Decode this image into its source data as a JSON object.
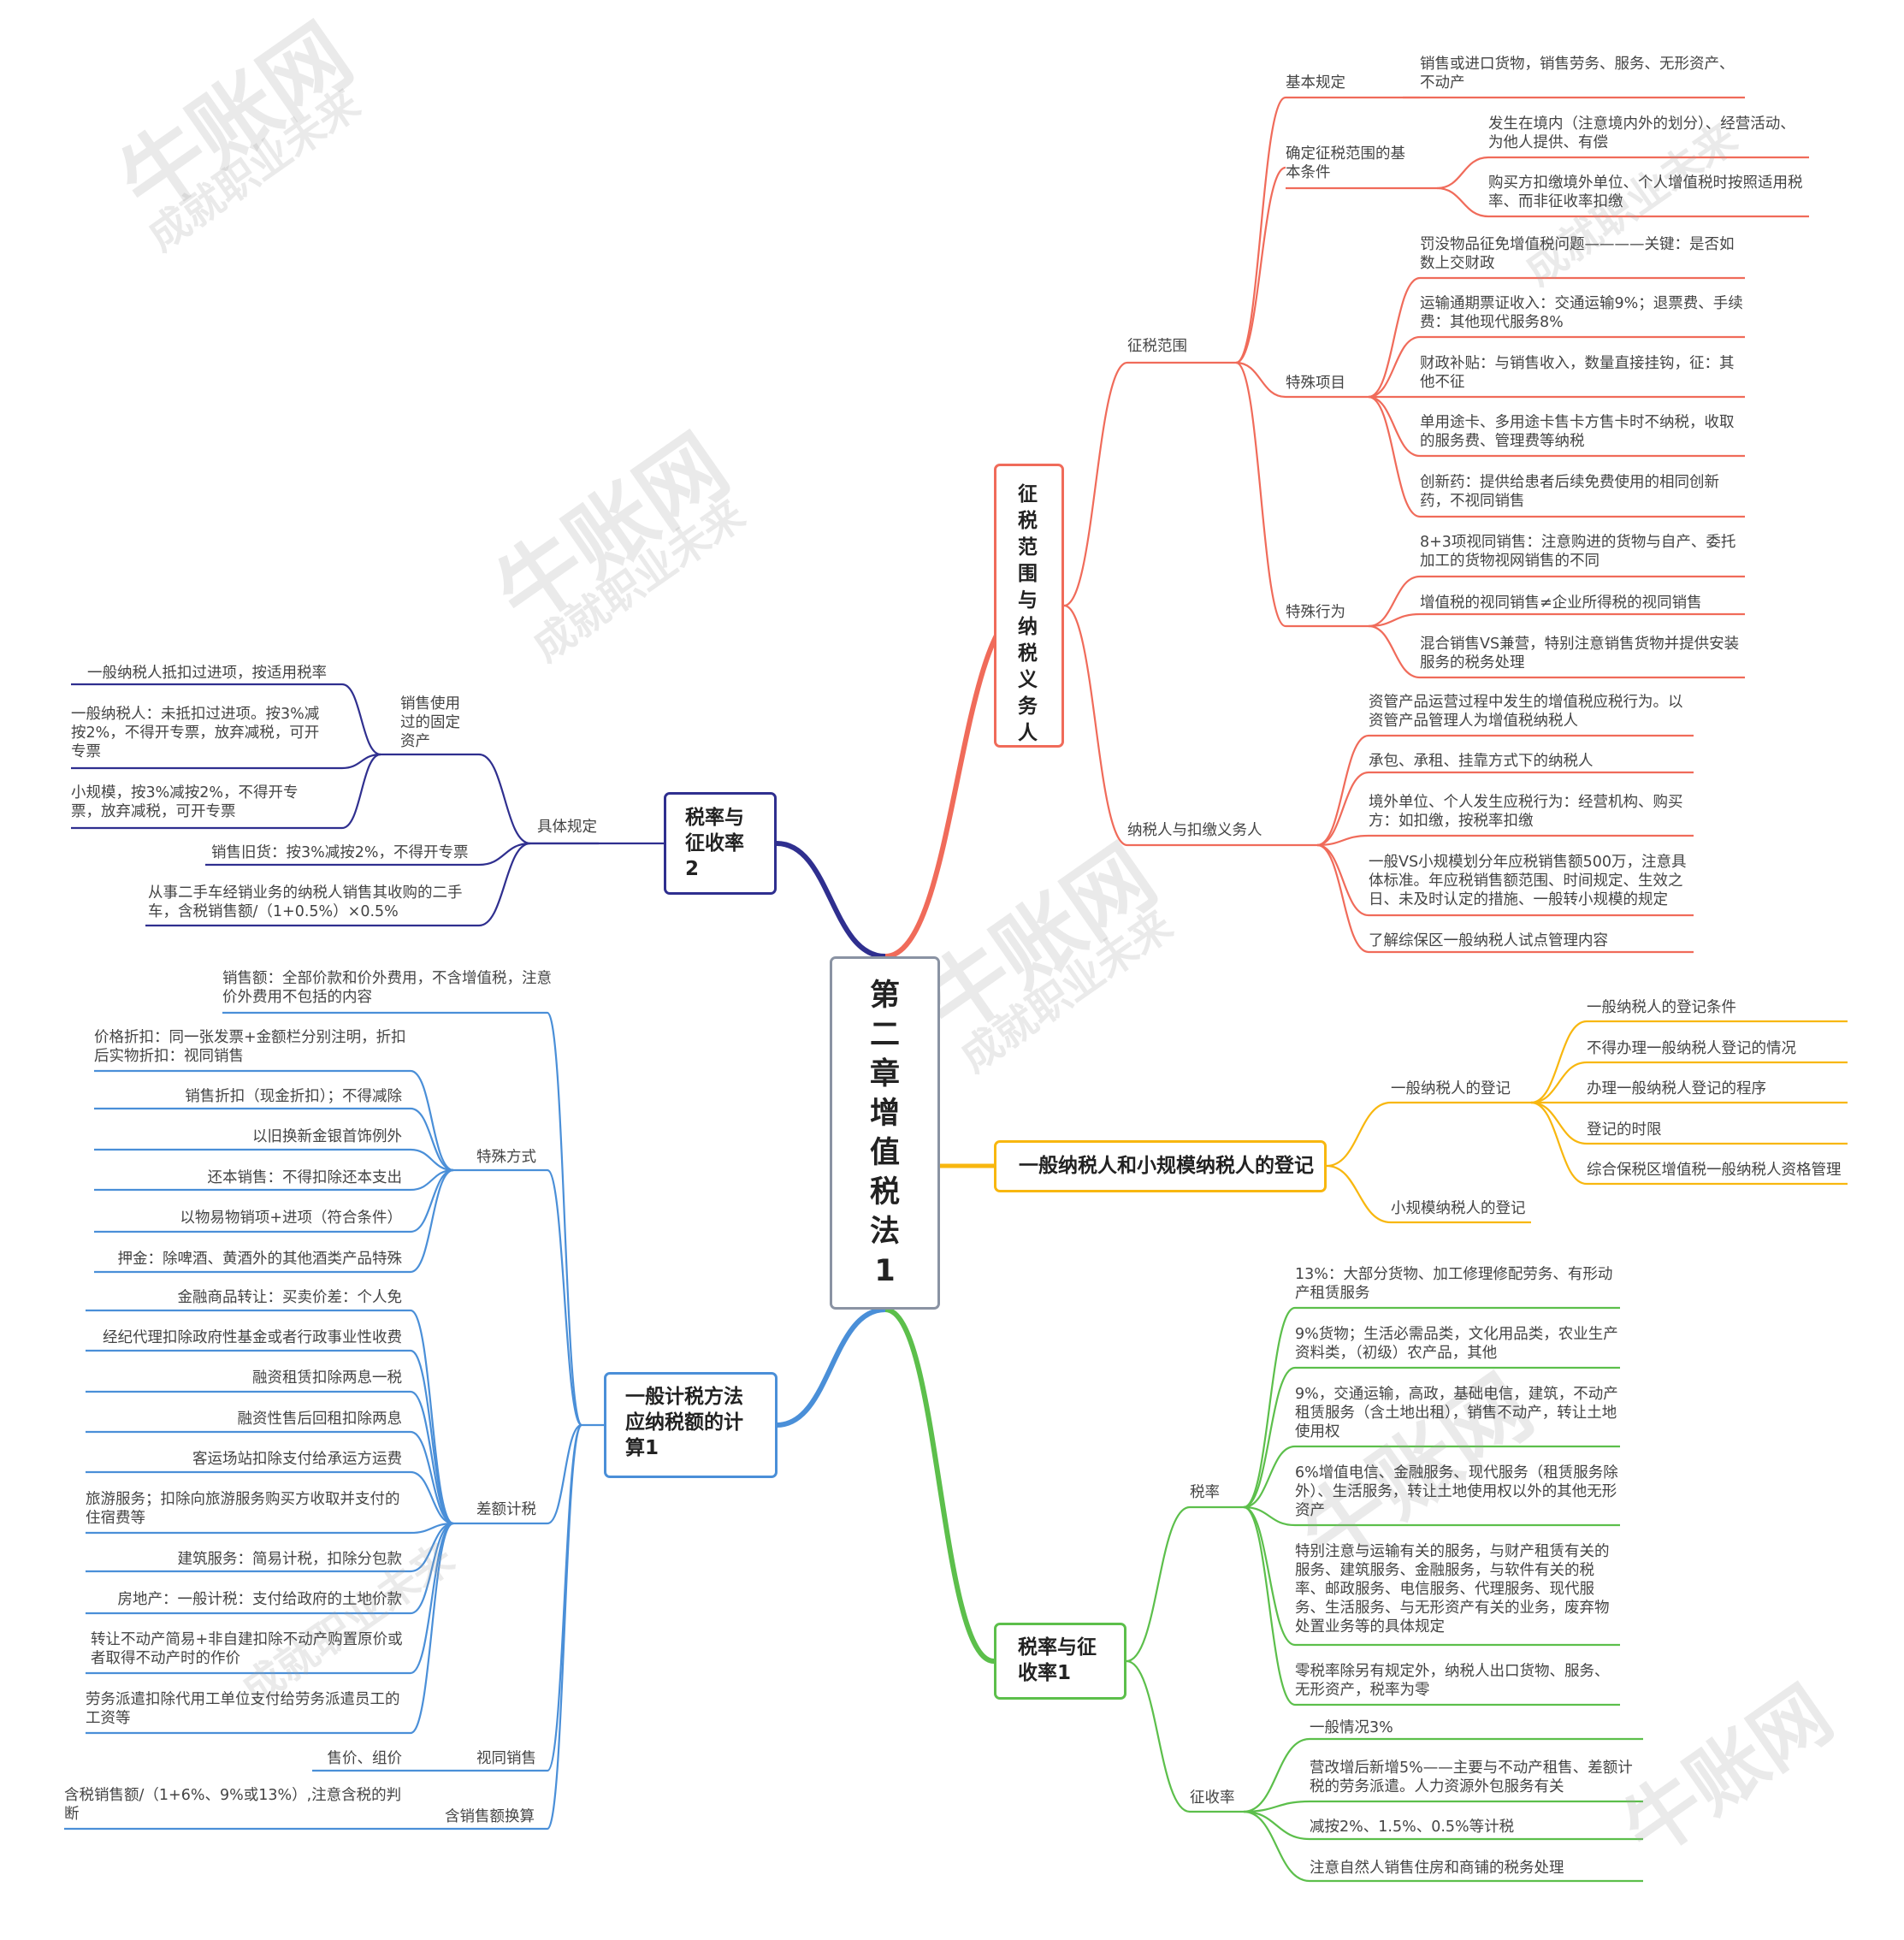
{
  "root": {
    "title": "第二章增值税法1"
  },
  "branches": {
    "scope": {
      "title": "征税范围与纳税义务人",
      "range": {
        "label": "征税范围",
        "basic": {
          "label": "基本规定",
          "items": [
            "销售或进口货物，销售劳务、服务、无形资产、不动产"
          ]
        },
        "conditions": {
          "label": "确定征税范围的基本条件",
          "items": [
            "发生在境内（注意境内外的划分）、经营活动、为他人提供、有偿",
            "购买方扣缴境外单位、个人增值税时按照适用税率、而非征收率扣缴"
          ]
        },
        "special_items": {
          "label": "特殊项目",
          "items": [
            "罚没物品征免增值税问题————关键：是否如数上交财政",
            "运输通期票证收入：交通运输9%；退票费、手续费：其他现代服务8%",
            "财政补贴：与销售收入，数量直接挂钩，征：其他不征",
            "单用途卡、多用途卡售卡方售卡时不纳税，收取的服务费、管理费等纳税",
            "创新药：提供给患者后续免费使用的相同创新药，不视同销售"
          ]
        },
        "special_acts": {
          "label": "特殊行为",
          "items": [
            "8+3项视同销售：注意购进的货物与自产、委托加工的货物视网销售的不同",
            "增值税的视同销售≠企业所得税的视同销售",
            "混合销售VS兼营，特别注意销售货物并提供安装服务的税务处理"
          ]
        }
      },
      "taxpayer": {
        "label": "纳税人与扣缴义务人",
        "items": [
          "资管产品运营过程中发生的增值税应税行为。以资管产品管理人为增值税纳税人",
          "承包、承租、挂靠方式下的纳税人",
          "境外单位、个人发生应税行为：经营机构、购买方：如扣缴，按税率扣缴",
          "一般VS小规模划分年应税销售额500万，注意具体标准。年应税销售额范围、时间规定、生效之日、未及时认定的措施、一般转小规模的规定",
          "了解综保区一般纳税人试点管理内容"
        ]
      }
    },
    "registration": {
      "title": "一般纳税人和小规模纳税人的登记",
      "general": {
        "label": "一般纳税人的登记",
        "items": [
          "一般纳税人的登记条件",
          "不得办理一般纳税人登记的情况",
          "办理一般纳税人登记的程序",
          "登记的时限",
          "综合保税区增值税一般纳税人资格管理"
        ]
      },
      "small": {
        "label": "小规模纳税人的登记"
      }
    },
    "rate1": {
      "title": "税率与征收率1",
      "rates": {
        "label": "税率",
        "items": [
          "13%：大部分货物、加工修理修配劳务、有形动产租赁服务",
          "9%货物；生活必需品类，文化用品类，农业生产资料类，（初级）农产品，其他",
          "9%，交通运输，高政，基础电信，建筑，不动产租赁服务（含土地出租），销售不动产，转让土地使用权",
          "6%增值电信、金融服务、现代服务（租赁服务除外）、生活服务，转让土地使用权以外的其他无形资产",
          "特别注意与运输有关的服务，与财产租赁有关的服务、建筑服务、金融服务，与软件有关的税率、邮政服务、电信服务、代理服务、现代服务、生活服务、与无形资产有关的业务，废弃物处置业务等的具体规定",
          "零税率除另有规定外，纳税人出口货物、服务、无形资产，税率为零"
        ]
      },
      "levy": {
        "label": "征收率",
        "items": [
          "一般情况3%",
          "营改增后新增5%——主要与不动产租售、差额计税的劳务派遣。人力资源外包服务有关",
          "减按2%、1.5%、0.5%等计税",
          "注意自然人销售住房和商铺的税务处理"
        ]
      }
    },
    "rate2": {
      "title": "税率与征收率2",
      "rules": {
        "label": "具体规定",
        "fixed_assets": {
          "label": "销售使用过的固定资产",
          "items": [
            "一般纳税人抵扣过进项，按适用税率",
            "一般纳税人：未抵扣过进项。按3%减按2%，不得开专票，放弃减税，可开专票",
            "小规模，按3%减按2%，不得开专票，放弃减税，可开专票"
          ]
        },
        "items": [
          "销售旧货：按3%减按2%，不得开专票",
          "从事二手车经销业务的纳税人销售其收购的二手车，含税销售额/（1+0.5%）×0.5%"
        ]
      }
    },
    "calc": {
      "title": "一般计税方法应纳税额的计算1",
      "sales_amount": "销售额：全部价款和价外费用，不含增值税，注意价外费用不包括的内容",
      "special": {
        "label": "特殊方式",
        "items": [
          "价格折扣：同一张发票+金额栏分别注明，折扣后实物折扣：视同销售",
          "销售折扣（现金折扣）；不得减除",
          "以旧换新金银首饰例外",
          "还本销售：不得扣除还本支出",
          "以物易物销项+进项（符合条件）",
          "押金：除啤酒、黄酒外的其他酒类产品特殊"
        ]
      },
      "difference": {
        "label": "差额计税",
        "items": [
          "金融商品转让：买卖价差：个人免",
          "经纪代理扣除政府性基金或者行政事业性收费",
          "融资租赁扣除两息一税",
          "融资性售后回租扣除两息",
          "客运场站扣除支付给承运方运费",
          "旅游服务；扣除向旅游服务购买方收取并支付的住宿费等",
          "建筑服务：简易计税，扣除分包款",
          "房地产：一般计税：支付给政府的土地价款",
          "转让不动产简易+非自建扣除不动产购置原价或者取得不动产时的作价",
          "劳务派遣扣除代用工单位支付给劳务派遣员工的工资等"
        ]
      },
      "deemed": {
        "label": "视同销售",
        "items": [
          "售价、组价"
        ]
      },
      "taxinc": {
        "label": "含销售额换算",
        "items": [
          "含税销售额/（1+6%、9%或13%）,注意含税的判断"
        ]
      }
    }
  },
  "watermark": {
    "brand": "牛账网",
    "slogan": "成就职业未来"
  },
  "colors": {
    "scope": "#f06b5a",
    "registration": "#f8b70f",
    "rate1": "#5cbf4b",
    "rate2": "#2f2f8f",
    "calc": "#4a8fd8",
    "root_border": "#8a93a3"
  }
}
